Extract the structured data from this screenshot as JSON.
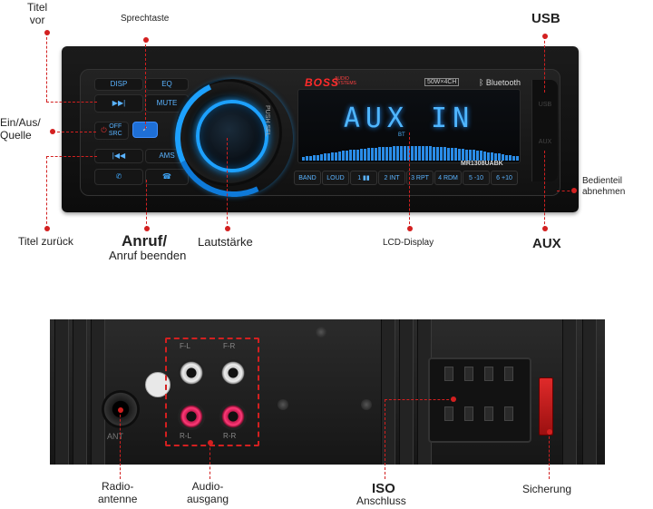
{
  "labels": {
    "titel_vor": "Titel\nvor",
    "sprechtaste": "Sprechtaste",
    "usb": "USB",
    "ein_aus": "Ein/Aus/\nQuelle",
    "bedienteil": "Bedienteil\nabnehmen",
    "titel_zurueck": "Titel zurück",
    "anruf": "Anruf/",
    "anruf_beenden": "Anruf beenden",
    "lautstaerke": "Lautstärke",
    "lcd_display": "LCD-Display",
    "aux": "AUX",
    "radioantenne": "Radio-\nantenne",
    "audioausgang": "Audio-\nausgang",
    "iso": "ISO",
    "iso_anschluss": "Anschluss",
    "sicherung": "Sicherung"
  },
  "device": {
    "brand": "BOSS",
    "brand_sub": "AUDIO SYSTEMS",
    "power": "50W×4CH",
    "bluetooth": "Bluetooth",
    "model": "MR1308UABK",
    "lcd_text": "AUX IN",
    "lcd_bt": "BT",
    "push_sel": "PUSH SEL",
    "usb_port": "USB",
    "aux_port": "AUX",
    "buttons": {
      "disp": "DISP",
      "eq": "EQ",
      "mute": "MUTE",
      "off_src": "OFF\nSRC",
      "ams": "AMS"
    },
    "preset_buttons": [
      "BAND",
      "LOUD",
      "1 ▮▮",
      "2 INT",
      "3 RPT",
      "4 RDM",
      "5 -10",
      "6 +10"
    ]
  },
  "rear": {
    "rca_left": "F-L",
    "rca_right": "F-R",
    "rca_rear_left": "R-L",
    "rca_rear_right": "R-R",
    "antenna_label": "ANT"
  },
  "colors": {
    "accent": "#1da1ff",
    "callout": "#d32020"
  }
}
